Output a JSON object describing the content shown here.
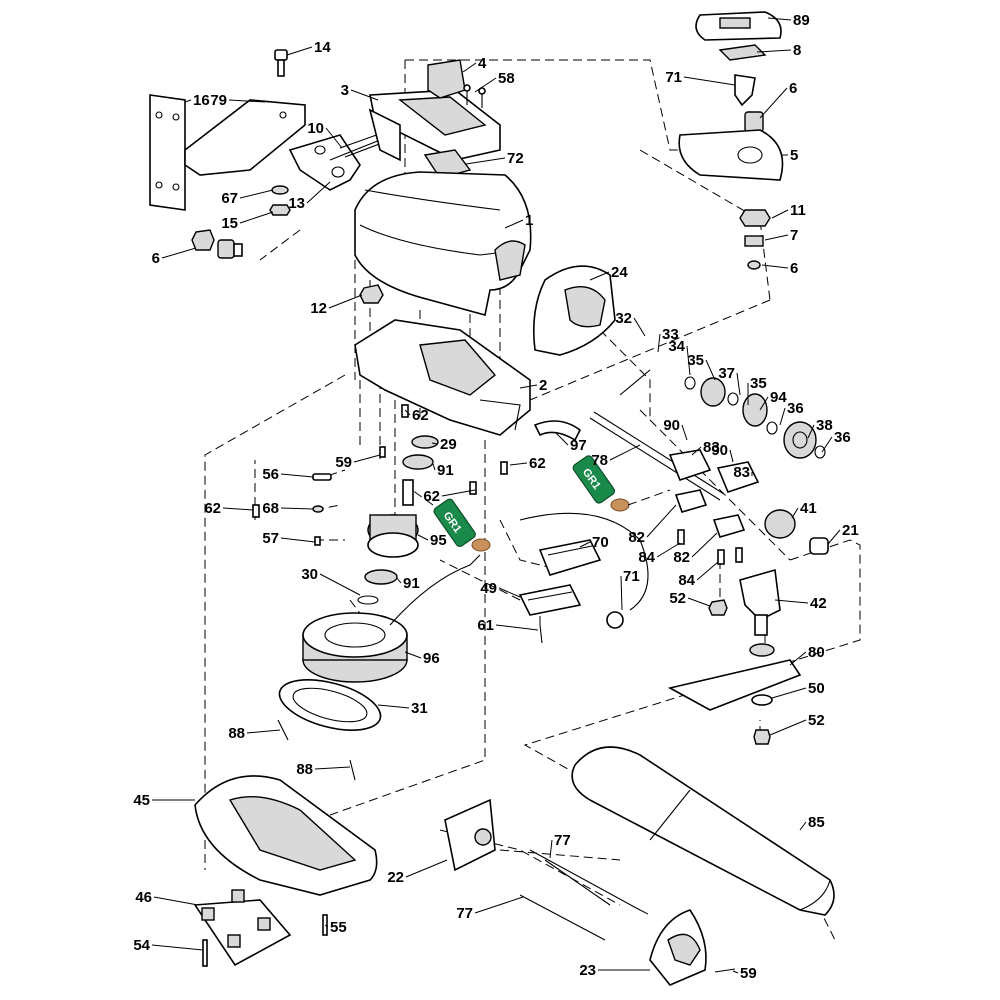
{
  "callouts": [
    "89",
    "14",
    "8",
    "4",
    "58",
    "3",
    "71",
    "6",
    "16",
    "79",
    "10",
    "5",
    "72",
    "13",
    "67",
    "1",
    "15",
    "6",
    "11",
    "7",
    "6",
    "24",
    "12",
    "32",
    "33",
    "34",
    "35",
    "37",
    "35",
    "94",
    "36",
    "2",
    "38",
    "62",
    "36",
    "90",
    "29",
    "97",
    "59",
    "83",
    "90",
    "91",
    "62",
    "78",
    "83",
    "62",
    "56",
    "68",
    "62",
    "41",
    "57",
    "95",
    "82",
    "21",
    "82",
    "70",
    "84",
    "30",
    "91",
    "84",
    "52",
    "49",
    "71",
    "42",
    "61",
    "96",
    "80",
    "50",
    "31",
    "88",
    "52",
    "88",
    "45",
    "85",
    "77",
    "22",
    "46",
    "55",
    "77",
    "54",
    "23",
    "59"
  ],
  "sealant": {
    "tube_label": "GR1"
  }
}
